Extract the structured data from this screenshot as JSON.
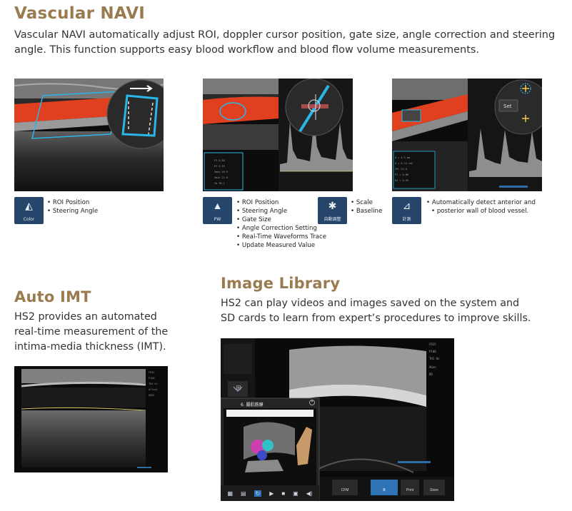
{
  "vascular": {
    "title": "Vascular NAVI",
    "desc_line1": "Vascular NAVI automatically adjust ROI, doppler cursor position, gate size, angle correction and steering",
    "desc_line2": "angle. This function supports easy blood workflow and blood flow volume measurements.",
    "panel1": {
      "icon_label": "Color",
      "icon": "color-doppler-icon",
      "bullets": [
        "ROI Position",
        "Steering Angle"
      ]
    },
    "panel2": {
      "icon_label": "PW",
      "icon": "pulsed-wave-icon",
      "bullets": [
        "ROI Position",
        "Steering Angle",
        "Gate Size",
        "Angle Correction Setting",
        "Real-Time Waveforms Trace",
        "Update Measured Value"
      ],
      "icon2_label": "自動調整",
      "icon2": "auto-adjust-icon",
      "bullets2": [
        "Scale",
        "Baseline"
      ]
    },
    "panel3": {
      "icon_label": "計測",
      "icon": "measure-icon",
      "bullets": [
        "Automatically detect anterior and",
        "posterior wall of blood vessel."
      ],
      "set_label": "Set"
    }
  },
  "imt": {
    "title": "Auto IMT",
    "desc": [
      "HS2 provides an automated",
      "real-time measurement of the",
      "intima-media thickness (IMT)."
    ]
  },
  "library": {
    "title": "Image Library",
    "desc": [
      "HS2 can play videos and images saved on the system and",
      "SD cards to learn from expert’s procedures to improve skills."
    ],
    "video_title": "6. 腸肌筋膜",
    "toolbar": [
      "CFM",
      "B",
      "Print",
      "Store"
    ]
  },
  "colors": {
    "heading": "#9a7b4f",
    "tile": "#26456b",
    "cyan": "#29b6e8",
    "flow": "#e0401f"
  }
}
